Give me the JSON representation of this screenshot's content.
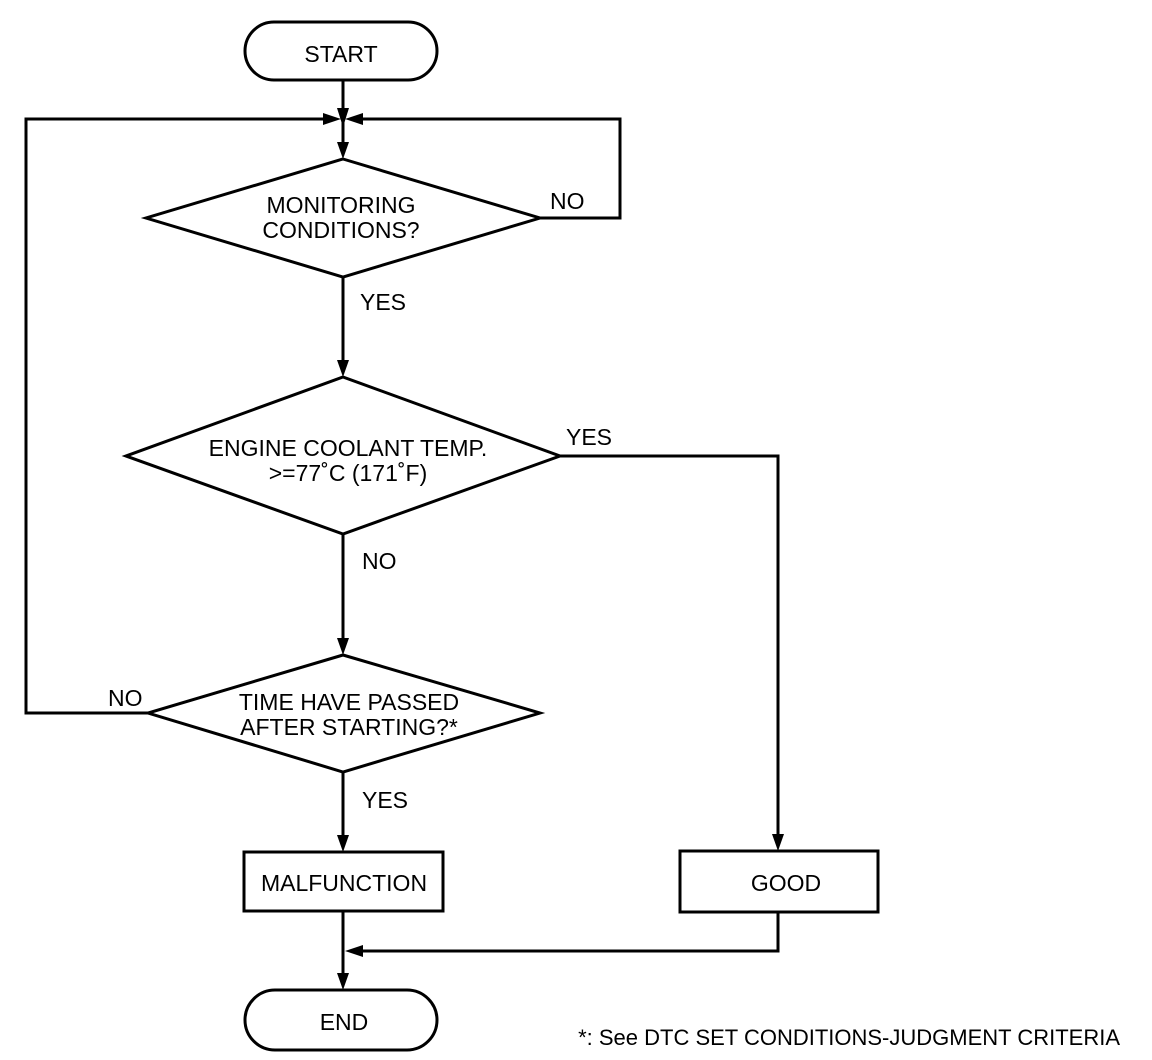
{
  "nodes": {
    "start": "START",
    "monitoring_line1": "MONITORING",
    "monitoring_line2": "CONDITIONS?",
    "coolant_line1": "ENGINE COOLANT TEMP.",
    "coolant_line2": ">=77˚C (171˚F)",
    "time_line1": "TIME HAVE PASSED",
    "time_line2": "AFTER STARTING?*",
    "malfunction": "MALFUNCTION",
    "good": "GOOD",
    "end": "END"
  },
  "edges": {
    "monitoring_no": "NO",
    "monitoring_yes": "YES",
    "coolant_yes": "YES",
    "coolant_no": "NO",
    "time_no": "NO",
    "time_yes": "YES"
  },
  "footnote": "*: See DTC SET CONDITIONS-JUDGMENT CRITERIA"
}
